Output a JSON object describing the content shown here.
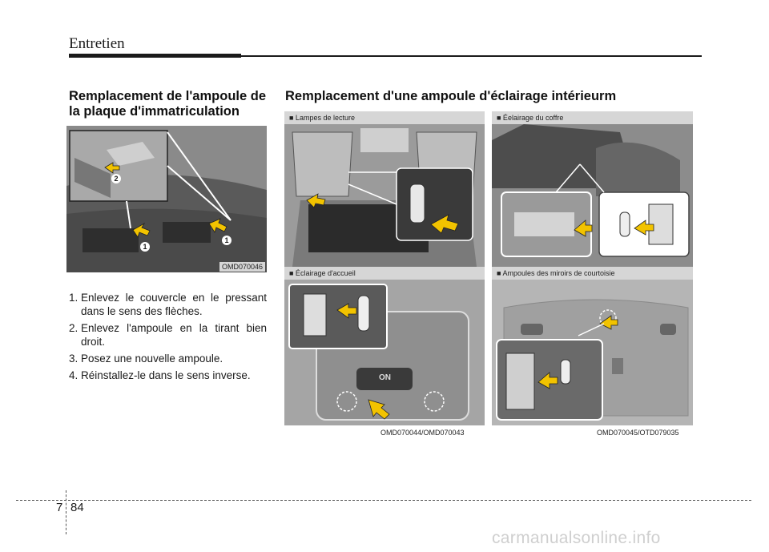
{
  "header": {
    "section_title": "Entretien"
  },
  "left": {
    "heading": "Remplacement de l'ampoule de la plaque d'immatriculation",
    "figure_code": "OMD070046",
    "callouts": [
      "1",
      "2",
      "1"
    ],
    "steps": [
      {
        "num": "1.",
        "text": "Enlevez le couvercle en le pressant dans le sens des flèches."
      },
      {
        "num": "2.",
        "text": "Enlevez l'ampoule en la tirant bien droit."
      },
      {
        "num": "3.",
        "text": "Posez une nouvelle ampoule."
      },
      {
        "num": "4.",
        "text": "Réinstallez-le dans le sens inverse."
      }
    ]
  },
  "right": {
    "heading": "Remplacement d'une ampoule d'éclairage intérieurm",
    "panels": [
      {
        "label": "■ Lampes de lecture"
      },
      {
        "label": "■ Éelairage du coffre"
      },
      {
        "label": "■ Éclairage d'accueil"
      },
      {
        "label": "■ Ampoules des miroirs de courtoisie"
      }
    ],
    "codes": [
      "OMD070044/OMD070043",
      "OMD070045/OTD079035"
    ],
    "switch_text": "ON"
  },
  "footer": {
    "chapter": "7",
    "page": "84",
    "watermark": "carmanualsonline.info"
  },
  "colors": {
    "arrow": "#f2c300",
    "photo_gray": "#6e6e6e",
    "caption_bar": "#d6d6d6"
  }
}
